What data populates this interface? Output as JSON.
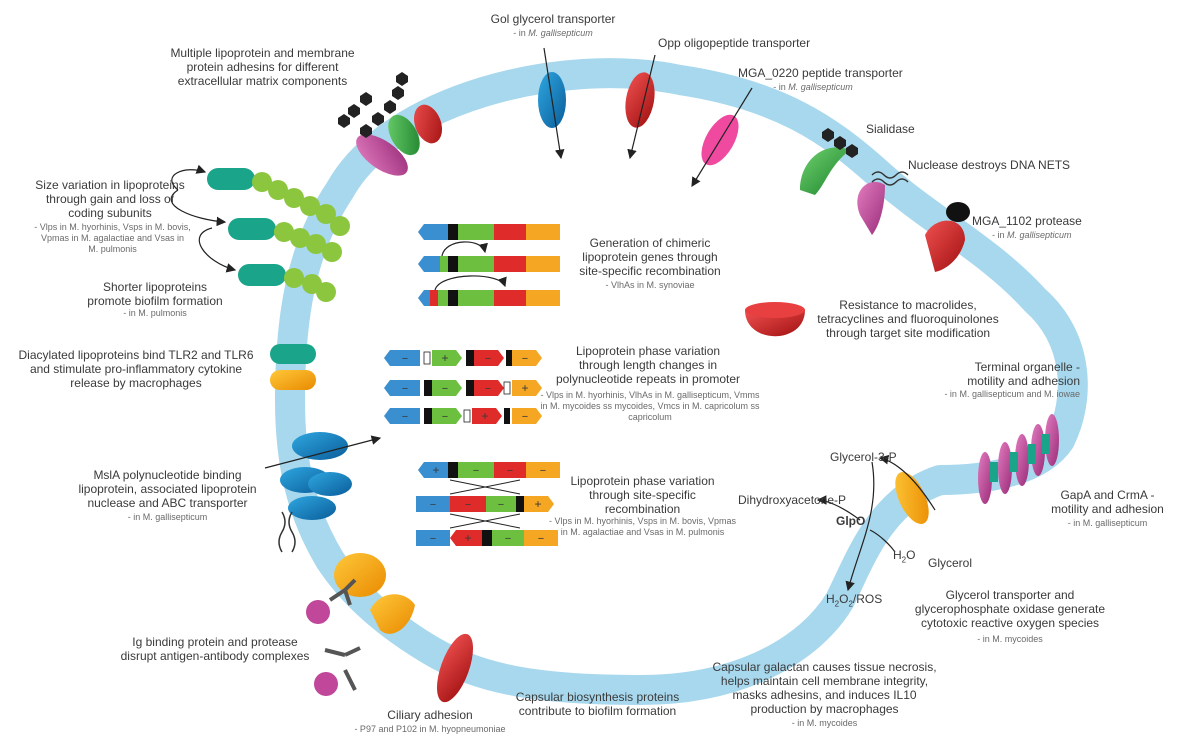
{
  "labels": {
    "gol_title": "Gol glycerol transporter",
    "gol_sub_pre": "- in ",
    "gol_sub_sp": "M. gallisepticum",
    "opp_title": "Opp oligopeptide transporter",
    "multi_l1": "Multiple lipoprotein and membrane",
    "multi_l2": "protein adhesins for different",
    "multi_l3": "extracellular matrix components",
    "mga0220_title": "MGA_0220 peptide transporter",
    "mga0220_sub_pre": "- in ",
    "mga0220_sub_sp": "M. gallisepticum",
    "sialidase": "Sialidase",
    "nuclease": "Nuclease destroys DNA NETS",
    "mga1102_title": "MGA_1102 protease",
    "mga1102_sub_pre": "- in ",
    "mga1102_sub_sp": "M. gallisepticum",
    "size_l1": "Size variation in lipoproteins",
    "size_l2": "through gain and loss of",
    "size_l3": "coding subunits",
    "size_s1": "- Vlps in M. hyorhinis,  Vsps in M. bovis,",
    "size_s2": "Vpmas in M. agalactiae and Vsas in",
    "size_s3": "M. pulmonis",
    "chimeric_l1": "Generation of chimeric",
    "chimeric_l2": "lipoprotein genes through",
    "chimeric_l3": "site-specific recombination",
    "chimeric_s1": "- VlhAs in M. synoviae",
    "shorter_l1": "Shorter lipoproteins",
    "shorter_l2": "promote biofilm formation",
    "shorter_s1": "- in M. pulmonis",
    "macrolide_l1": "Resistance to macrolides,",
    "macrolide_l2": "tetracyclines and fluoroquinolones",
    "macrolide_l3": "through target site modification",
    "tlr_l1": "Diacylated lipoproteins bind TLR2 and TLR6",
    "tlr_l2": "and stimulate pro-inflammatory cytokine",
    "tlr_l3": "release by macrophages",
    "pv1_l1": "Lipoprotein phase variation",
    "pv1_l2": "through length changes in",
    "pv1_l3": "polynucleotide repeats in promoter",
    "pv1_s1": "- Vlps in M. hyorhinis,  VlhAs in M. gallisepticum, Vmms",
    "pv1_s2": "in M. mycoides ss mycoides, Vmcs in M. capricolum ss",
    "pv1_s3": "capricolum",
    "terminal_l1": "Terminal organelle -",
    "terminal_l2": "motility and adhesion",
    "terminal_s1": "- in M. gallisepticum and M. iowae",
    "msla_l1": "MslA polynucleotide binding",
    "msla_l2": "lipoprotein, associated lipoprotein",
    "msla_l3": "nuclease and ABC transporter",
    "msla_s1": "- in M. gallisepticum",
    "pv2_l1": "Lipoprotein phase variation",
    "pv2_l2": "through site-specific",
    "pv2_l3": "recombination",
    "pv2_s1": "- Vlps in M. hyorhinis,  Vsps in M. bovis, Vpmas",
    "pv2_s2": "in M. agalactiae and Vsas in M. pulmonis",
    "glycerol3p": "Glycerol-3-P",
    "dhap": "Dihydroxyacetone-P",
    "glpo": "GlpO",
    "h2o_main": "H",
    "h2o_sub": "2",
    "h2o_tail": "O",
    "h2o2_a": "H",
    "h2o2_b": "2",
    "h2o2_c": "O",
    "h2o2_d": "2",
    "h2o2_e": "/ROS",
    "glycerol": "Glycerol",
    "gapa_l1": "GapA and CrmA -",
    "gapa_l2": "motility and adhesion",
    "gapa_s1": "- in M. gallisepticum",
    "glyc_tr_l1": "Glycerol transporter and",
    "glyc_tr_l2": "glycerophosphate oxidase generate",
    "glyc_tr_l3": "cytotoxic reactive oxygen species",
    "glyc_tr_s1": "- in M. mycoides",
    "ig_l1": "Ig binding protein and protease",
    "ig_l2": "disrupt antigen-antibody complexes",
    "galactan_l1": "Capsular galactan causes tissue necrosis,",
    "galactan_l2": "helps maintain cell membrane integrity,",
    "galactan_l3": "masks adhesins, and induces IL10",
    "galactan_l4": "production by macrophages",
    "galactan_s1": "- in M. mycoides",
    "capsular_l1": "Capsular biosynthesis proteins",
    "capsular_l2": "contribute to biofilm formation",
    "ciliary_l1": "Ciliary adhesion",
    "ciliary_s1": "- P97 and P102 in M. hyopneumoniae"
  },
  "gene_symbols": {
    "plus": "+",
    "minus": "−"
  },
  "colors": {
    "membrane": "#a8d8ee",
    "gene_blue": "#3a8fd0",
    "gene_green": "#6cbf3f",
    "gene_red": "#e02b2b",
    "gene_orange": "#f5a623",
    "lipo_teal": "#1aa58a",
    "lipo_green": "#8cc63f",
    "magenta": "#c0479a",
    "dark_red": "#c82020"
  }
}
